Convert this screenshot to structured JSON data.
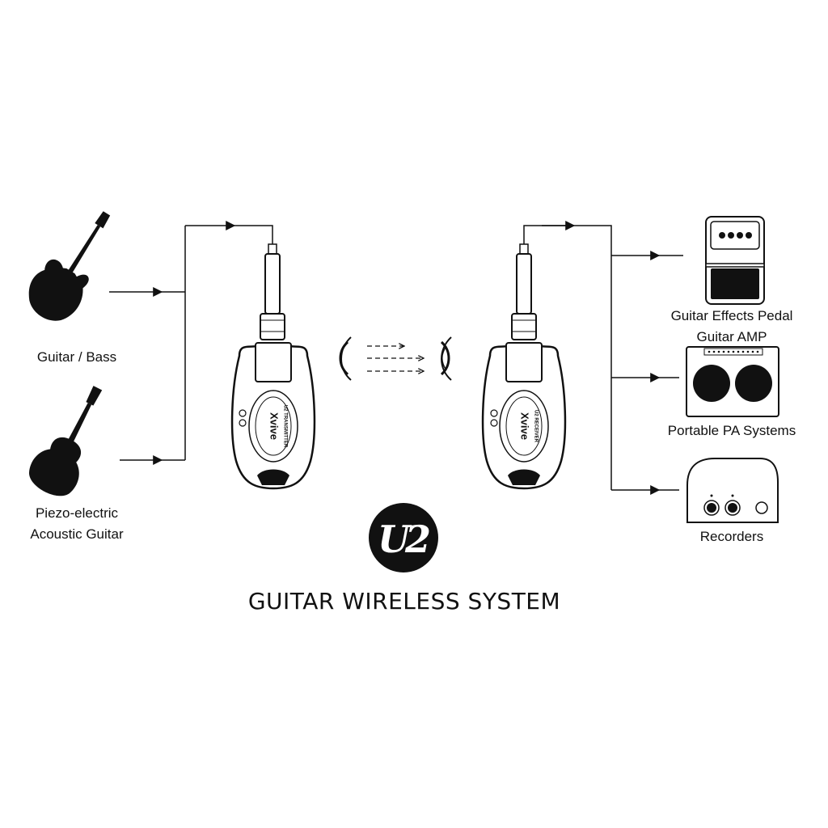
{
  "sources": {
    "electric": {
      "label": "Guitar / Bass"
    },
    "acoustic": {
      "line1": "Piezo-electric",
      "line2": "Acoustic Guitar"
    }
  },
  "transmitter": {
    "brand": "Xvive",
    "model_label": "U2 TRANSMITTER"
  },
  "receiver": {
    "brand": "Xvive",
    "model_label": "U2 RECEIVER"
  },
  "outputs": {
    "pedal": {
      "line1": "Guitar Effects Pedal",
      "line2": "Guitar AMP"
    },
    "pa": {
      "label": "Portable PA Systems"
    },
    "recorder": {
      "label": "Recorders"
    }
  },
  "logo": {
    "text": "U2"
  },
  "title": "GUITAR WIRELESS SYSTEM",
  "colors": {
    "ink": "#111111",
    "background": "#ffffff"
  }
}
